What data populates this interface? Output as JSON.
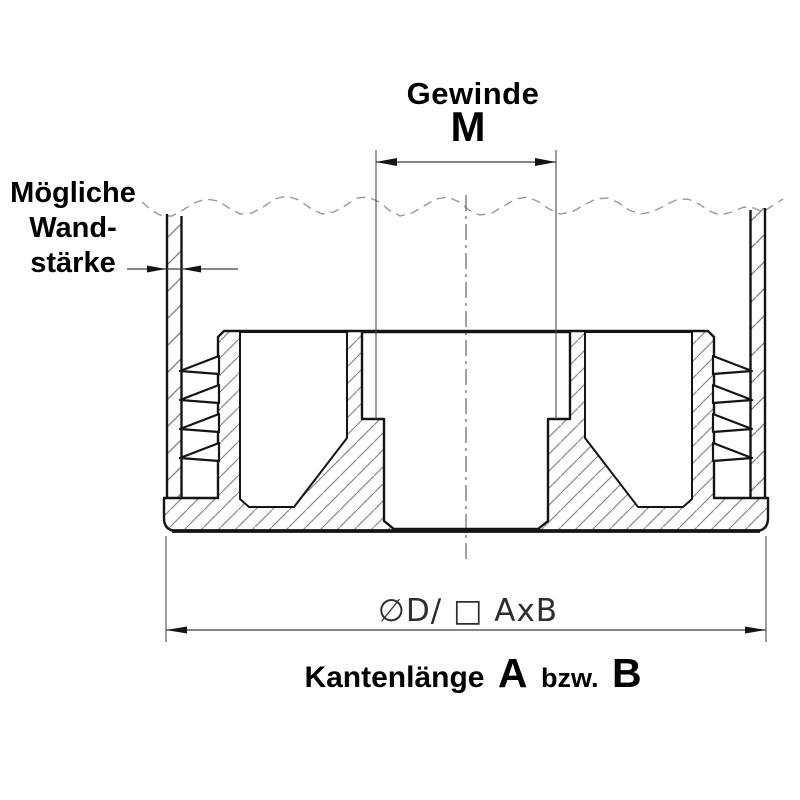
{
  "labels": {
    "thread": {
      "name": "Gewinde",
      "size": "M"
    },
    "wall_thickness": {
      "lines": [
        "Mögliche",
        "Wand-",
        "stärke"
      ]
    },
    "diameter_spec": "∅D/ □ AxB",
    "caption": {
      "prefix": "Kantenlänge",
      "dim_a": "A",
      "middle": "bzw.",
      "dim_b": "B"
    }
  },
  "colors": {
    "background": "#ffffff",
    "outline": "#141414",
    "hatch": "#8a8a8a",
    "dimension_line": "#3d3d3d",
    "break_line": "#9a9a9a",
    "text": "#000000"
  }
}
